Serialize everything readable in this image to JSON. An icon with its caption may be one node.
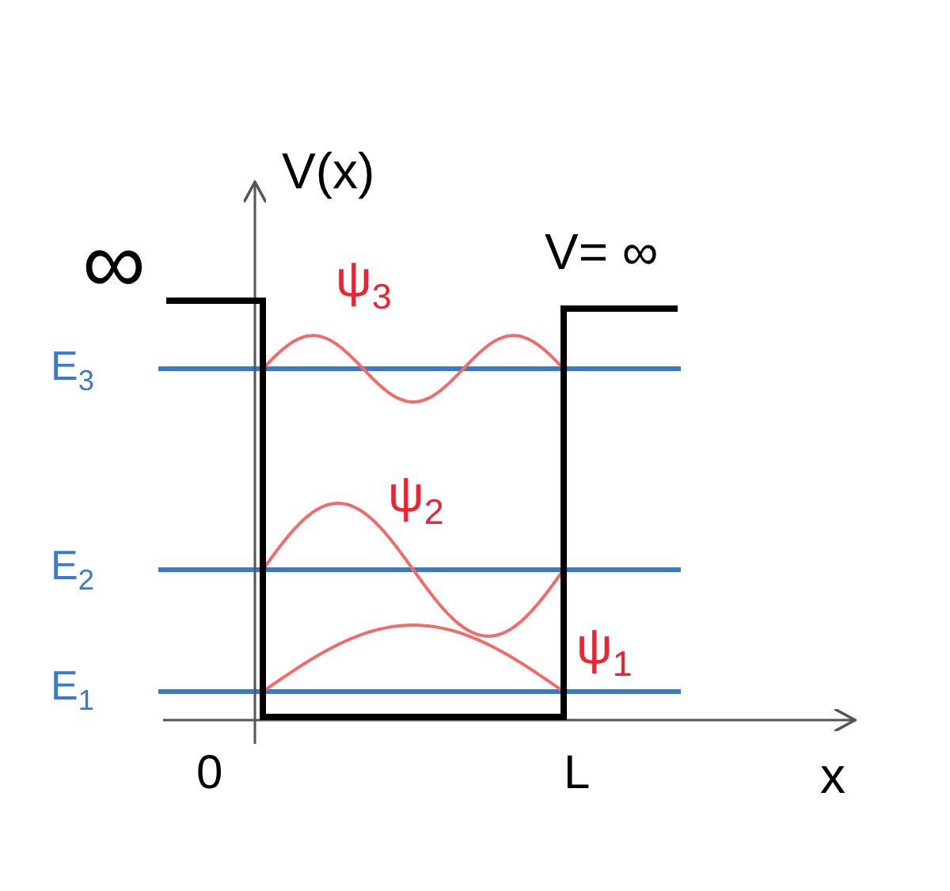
{
  "diagram": {
    "labels": [
      "V(x)",
      "∞",
      "V= ∞",
      "ψ$_{3}$",
      "E$_{3}$",
      "ψ$_{2}$",
      "E$_{2}$",
      "ψ$_{1}$",
      "E$_{1}$",
      "0",
      "L",
      "x"
    ]
  }
}
